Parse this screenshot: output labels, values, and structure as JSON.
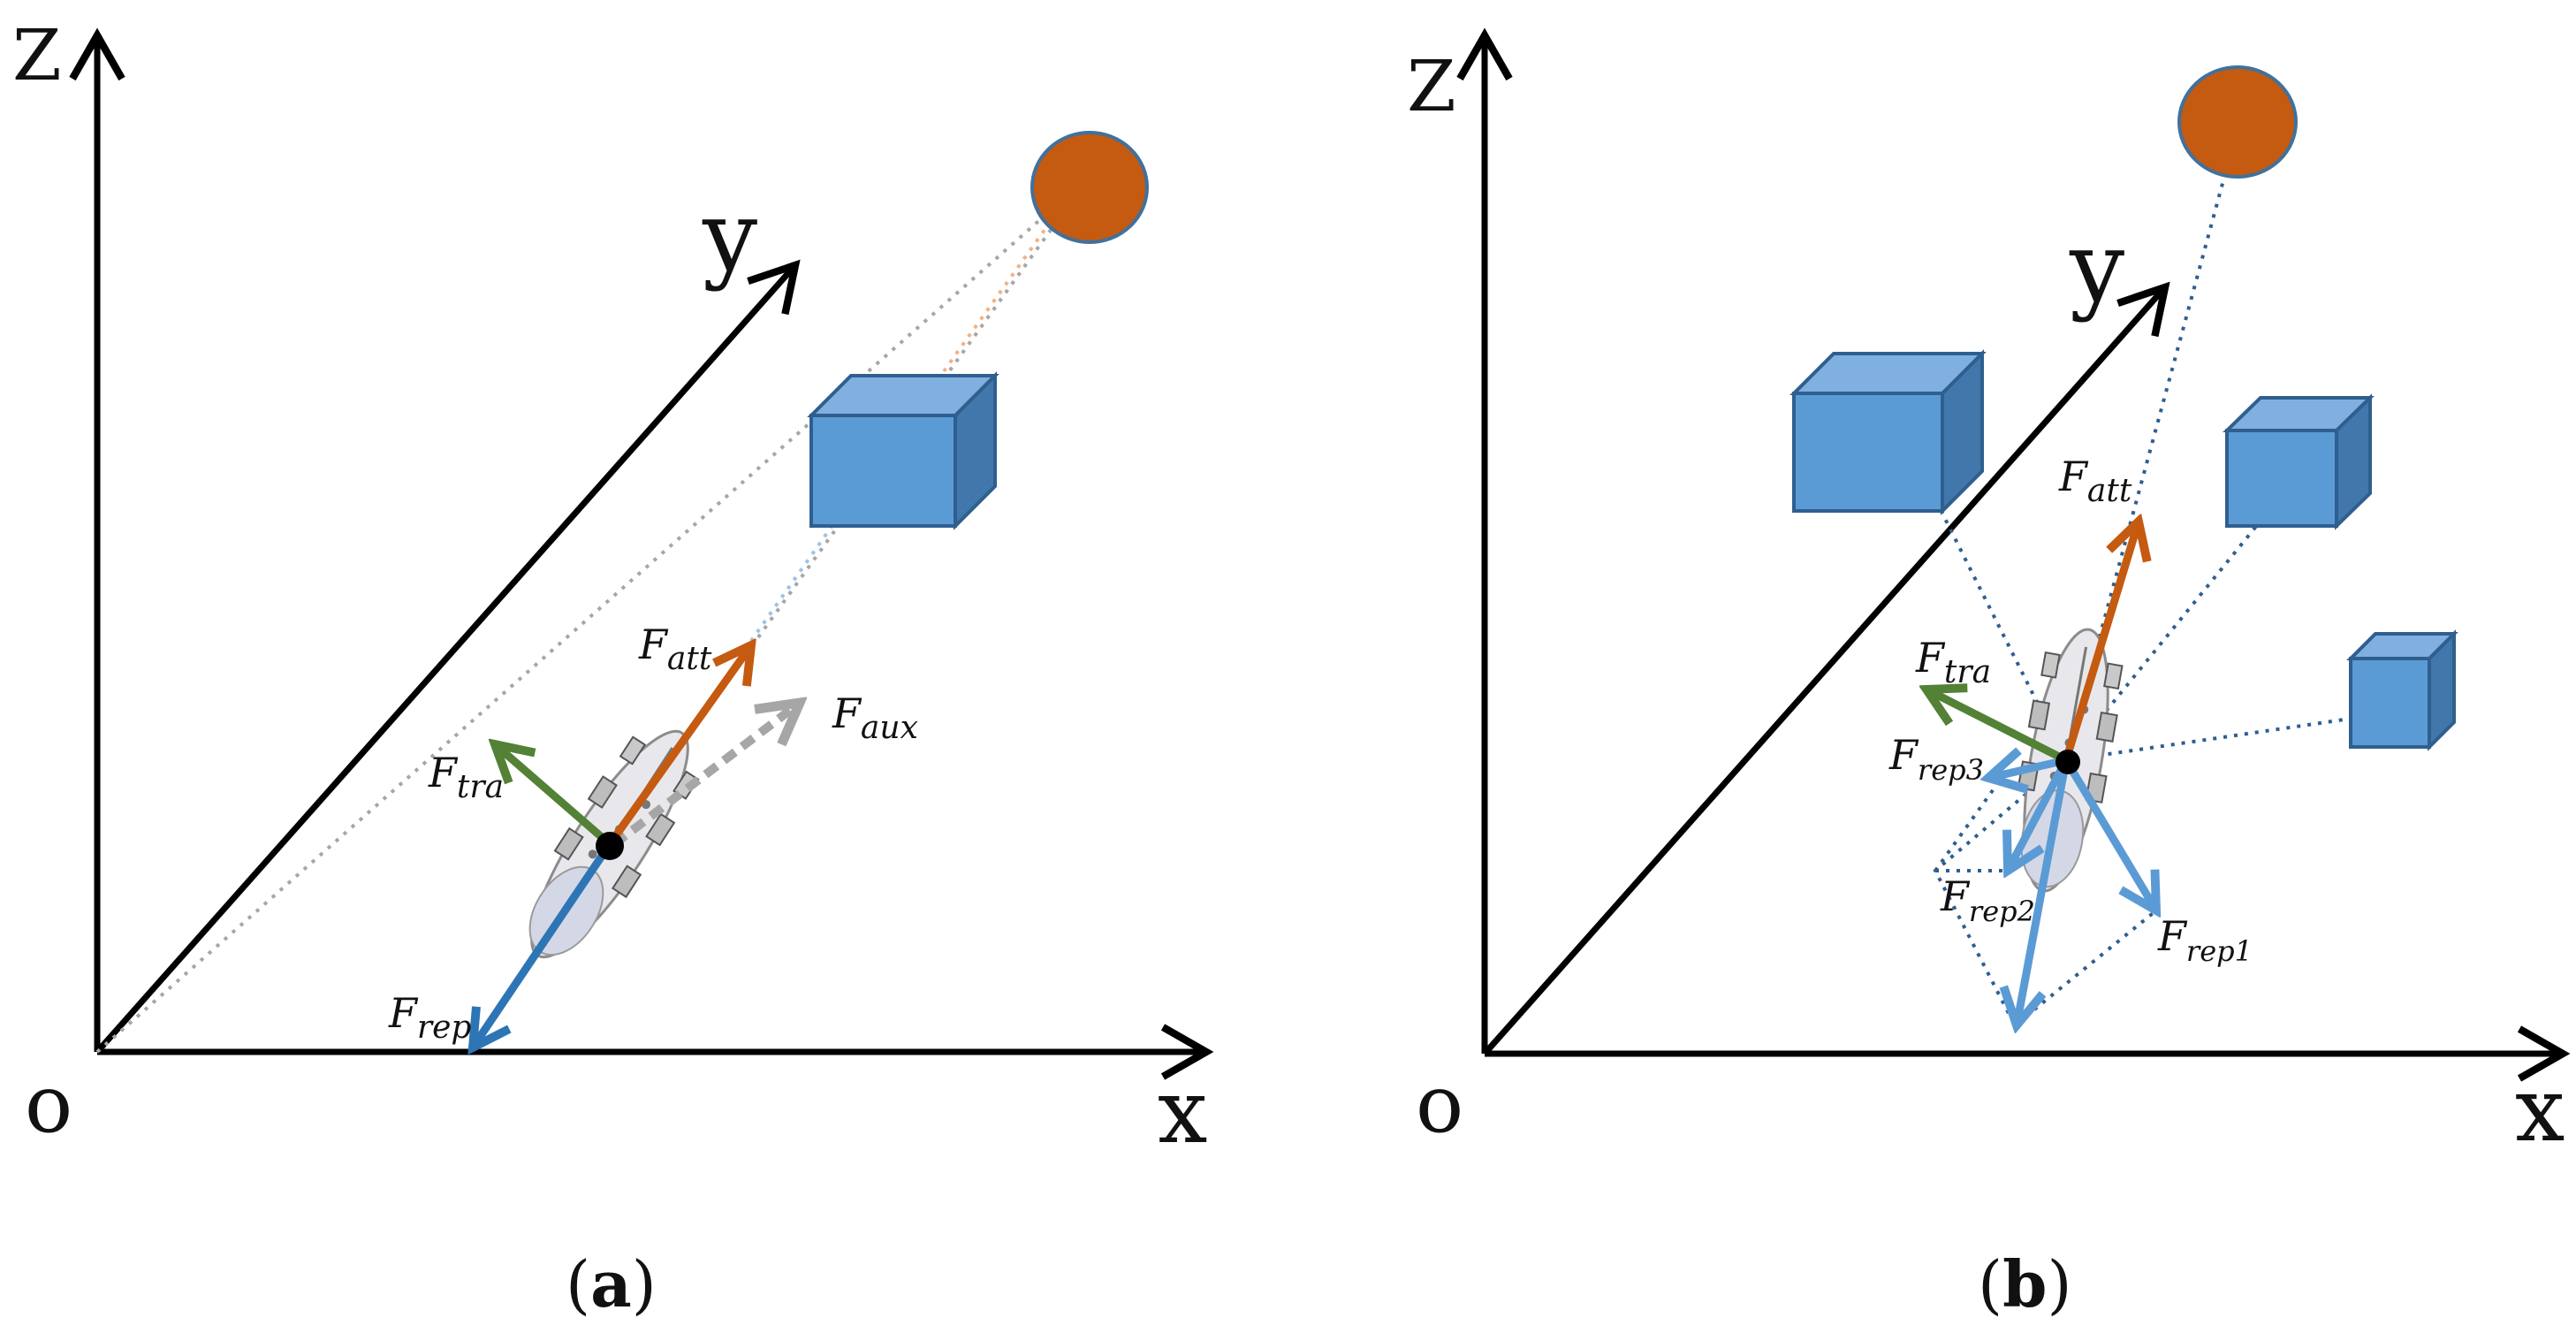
{
  "colors": {
    "attractive": "#c55a11",
    "repulsive": "#2e75b6",
    "repulsive_light": "#5b9bd5",
    "tangential": "#538135",
    "auxiliary": "#a6a6a6",
    "obstacle_front": "#5b9bd5",
    "obstacle_top": "#7fb0df",
    "obstacle_side": "#4177ab",
    "obstacle_edge": "#2f5f8f",
    "goal": "#c55a11",
    "axis": "#000000"
  },
  "icons": {
    "robot": "robot-vehicle-icon",
    "goal": "goal-circle-icon",
    "obstacle": "obstacle-cube-icon"
  },
  "panel_a": {
    "axis_z": "Z",
    "axis_y": "y",
    "axis_x": "x",
    "origin": "o",
    "f_att": {
      "base": "F",
      "sub": "att"
    },
    "f_aux": {
      "base": "F",
      "sub": "aux"
    },
    "f_tra": {
      "base": "F",
      "sub": "tra"
    },
    "f_rep": {
      "base": "F",
      "sub": "rep"
    },
    "caption_open": "(",
    "caption_letter": "a",
    "caption_close": ")"
  },
  "panel_b": {
    "axis_z": "Z",
    "axis_y": "y",
    "axis_x": "x",
    "origin": "o",
    "f_att": {
      "base": "F",
      "sub": "att"
    },
    "f_tra": {
      "base": "F",
      "sub": "tra"
    },
    "f_rep1": {
      "base": "F",
      "sub": "rep1"
    },
    "f_rep2": {
      "base": "F",
      "sub": "rep2"
    },
    "f_rep3": {
      "base": "F",
      "sub": "rep3"
    },
    "caption_open": "(",
    "caption_letter": "b",
    "caption_close": ")"
  }
}
